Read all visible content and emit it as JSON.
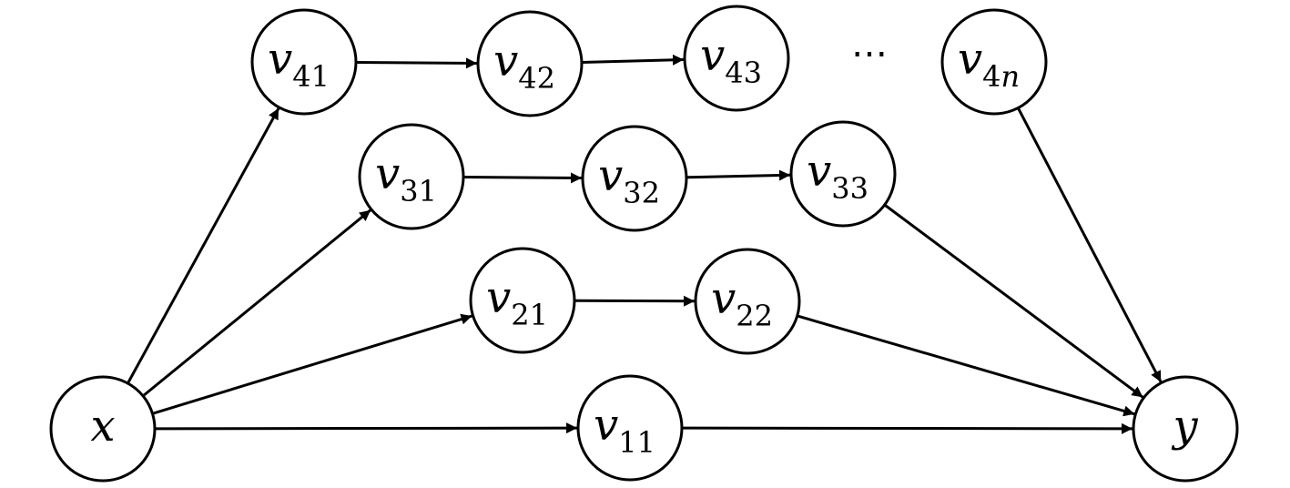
{
  "diagram": {
    "type": "directed-graph",
    "colors": {
      "stroke": "#000000",
      "fill": "#ffffff"
    },
    "ellipsis": "⋯",
    "nodes": [
      {
        "id": "x",
        "base": "x",
        "sub": ""
      },
      {
        "id": "v41",
        "base": "v",
        "sub": "41"
      },
      {
        "id": "v42",
        "base": "v",
        "sub": "42"
      },
      {
        "id": "v43",
        "base": "v",
        "sub": "43"
      },
      {
        "id": "v4n",
        "base": "v",
        "sub": "4",
        "sub_italic": "n"
      },
      {
        "id": "v31",
        "base": "v",
        "sub": "31"
      },
      {
        "id": "v32",
        "base": "v",
        "sub": "32"
      },
      {
        "id": "v33",
        "base": "v",
        "sub": "33"
      },
      {
        "id": "v21",
        "base": "v",
        "sub": "21"
      },
      {
        "id": "v22",
        "base": "v",
        "sub": "22"
      },
      {
        "id": "v11",
        "base": "v",
        "sub": "11"
      },
      {
        "id": "y",
        "base": "y",
        "sub": ""
      }
    ],
    "edges": [
      {
        "from": "x",
        "to": "v41"
      },
      {
        "from": "v41",
        "to": "v42"
      },
      {
        "from": "v42",
        "to": "v43"
      },
      {
        "from": "x",
        "to": "v31"
      },
      {
        "from": "v31",
        "to": "v32"
      },
      {
        "from": "v32",
        "to": "v33"
      },
      {
        "from": "x",
        "to": "v21"
      },
      {
        "from": "v21",
        "to": "v22"
      },
      {
        "from": "x",
        "to": "v11"
      },
      {
        "from": "v4n",
        "to": "y"
      },
      {
        "from": "v33",
        "to": "y"
      },
      {
        "from": "v22",
        "to": "y"
      },
      {
        "from": "v11",
        "to": "y"
      }
    ]
  }
}
